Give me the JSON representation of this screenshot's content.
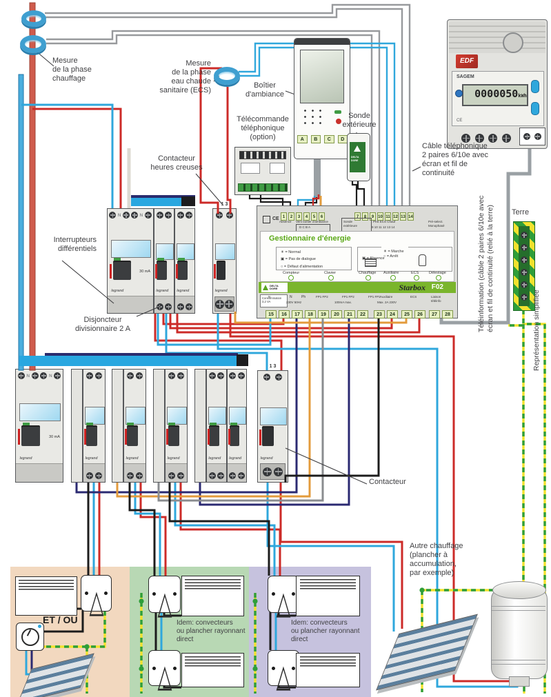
{
  "palette": {
    "wire_red": "#cc2b28",
    "wire_blue": "#2fa7dc",
    "wire_grey": "#97999c",
    "wire_navy": "#2b2a72",
    "wire_orange": "#e39b3c",
    "wire_black": "#1c1c1c",
    "earth_yellow": "#f2e22e",
    "earth_green": "#2e9e3a",
    "busbar_blue": "#29a7e0",
    "zone_peach": "#f2d8bf",
    "zone_green": "#b8d8b4",
    "zone_purple": "#c6c2de",
    "starbox_green": "#7ab52c"
  },
  "callouts": {
    "mesure_chauffage": "Mesure\nde la phase\nchauffage",
    "mesure_ecs": "Mesure\nde la phase\neau chaude\nsanitaire (ECS)",
    "boitier_ambiance": "Boîtier\nd'ambiance",
    "telecommande": "Télécommande\ntéléphonique\n(option)",
    "sonde_exterieure": "Sonde\nextérieure",
    "contacteur_hc": "Contacteur\nheures creuses",
    "interrupteurs_differentiels": "Interrupteurs\ndifférentiels",
    "disjoncteur_divisionnaire": "Disjoncteur\ndivisionnaire 2 A",
    "cable_telephonique": "Câble téléphonique\n2 paires 6/10e avec\nécran et fil de\ncontinuité",
    "terre": "Terre",
    "teleinformation": "Téléinformation (câble 2 paires 6/10e avec\nécran et fil de continuité (relié à la terre)",
    "representation_simplifiee": "Représentation simplifiée",
    "contacteur": "Contacteur",
    "autre_chauffage": "Autre chauffage\n(plancher à\naccumulation,\npar exemple)",
    "et_ou": "ET / OU",
    "idem_green": "Idem: convecteurs\nou plancher rayonnant\ndirect",
    "idem_purple": "Idem: convecteurs\nou plancher rayonnant\ndirect"
  },
  "meter": {
    "utility": "EDF",
    "brand": "SAGEM",
    "lcd_value": "0000050",
    "lcd_unit": "kWh",
    "ce": "CE"
  },
  "ambiance": {
    "terminals": [
      "A",
      "B",
      "C",
      "D"
    ]
  },
  "starbox": {
    "title": "Gestionnaire d'énergie",
    "ce": "CE",
    "brand": "DELTA\nDORE",
    "model": "Starbox",
    "model_suffix": "F02",
    "consumption": "Consommation\n3,2 VA",
    "top_terminals_a": [
      "1",
      "2",
      "3",
      "4",
      "5",
      "6"
    ],
    "top_terminals_b": [
      "7",
      "8",
      "9",
      "10",
      "11",
      "12",
      "13",
      "14"
    ],
    "top_label_absence": "Absence",
    "top_label_vers": "Vers boîtier d'ambiance",
    "top_label_dcba": "D  C  B  A",
    "top_label_dcba_nums": "3  4  5  6",
    "top_label_sonde": "Sonde\nextérieure",
    "top_label_ti": "PhS        ECS        Chauf",
    "top_label_ti_nums": "9    10    11    12    13    14",
    "top_label_preselect": "Pré-select.\nMonophasé",
    "legend_left_icons": [
      "☀",
      "▣",
      "○"
    ],
    "legend_left": [
      "= Normal",
      "= Pas de dialogue",
      "= Défaut d'alimentation"
    ],
    "led_left": [
      "Compteur",
      "Clavier"
    ],
    "icon_marche": "☀",
    "legend_marche": "= Marche",
    "icon_arret": "○",
    "legend_arret": "= Arrêt",
    "icon_absence": "▣",
    "legend_absence": "= Absence",
    "led_right": [
      "Chauffage",
      "Auxiliaire",
      "ECS",
      "Délestage"
    ],
    "bottom_terminals_a": [
      "15",
      "16",
      "17",
      "18",
      "19",
      "20",
      "21",
      "22"
    ],
    "bottom_terminals_b": [
      "23",
      "24"
    ],
    "bottom_terminals_c": [
      "25",
      "26"
    ],
    "bottom_terminals_d": [
      "27",
      "28"
    ],
    "bottom_label_n": "N",
    "bottom_label_ph": "Ph",
    "bottom_label_volt": "230V 50Hz",
    "bottom_label_fp1": "FP1 FP2",
    "bottom_label_fp2": "FP1 FP2",
    "bottom_label_fp3": "FP1 FP2",
    "bottom_label_ma": "100mA max.",
    "bottom_label_aux": "Auxiliaire",
    "bottom_label_max": "Max. 2A 230V",
    "bottom_label_ecs": "ECS",
    "bottom_label_liaison": "Liaison\ntéléinfo"
  },
  "devices": {
    "brand": "legrand",
    "deltadore": "DELTA DORE",
    "diff_rating": "30 mA",
    "n": "N",
    "contactor_terminals": "1        3"
  }
}
